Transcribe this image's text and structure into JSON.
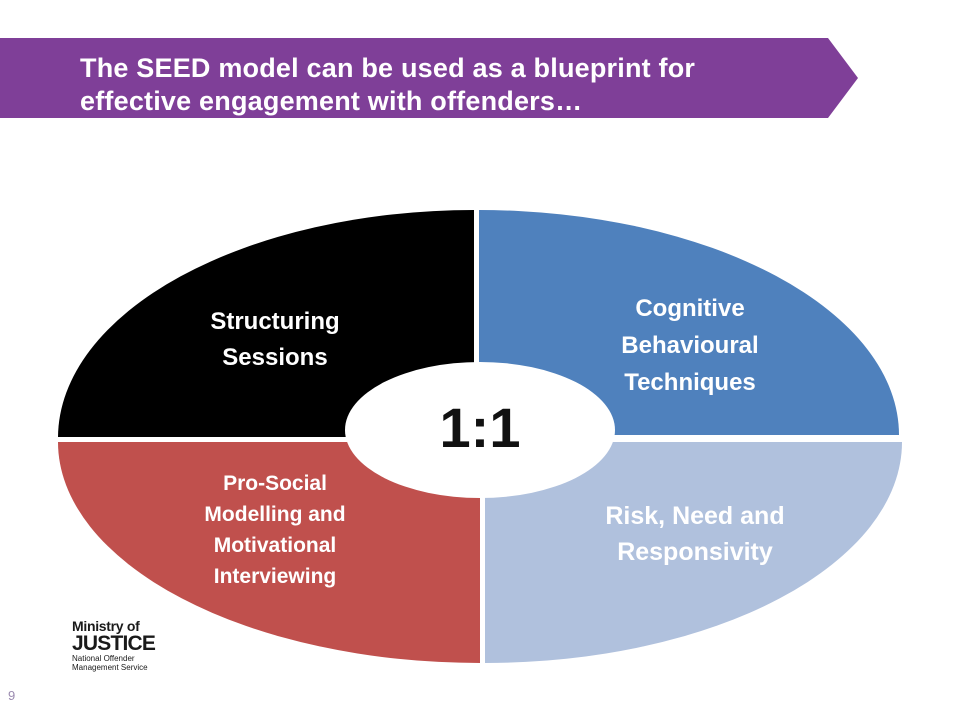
{
  "banner": {
    "title_line1": "The SEED model can be used as a blueprint for",
    "title_line2": "effective engagement with offenders…",
    "color": "#7f3f98"
  },
  "diagram": {
    "center_label": "1:1",
    "segments": [
      {
        "id": "structuring",
        "lines": [
          "Structuring",
          "Sessions"
        ],
        "color": "#000000"
      },
      {
        "id": "cbt",
        "lines": [
          "Cognitive",
          "Behavioural",
          "Techniques"
        ],
        "color": "#4f81bd"
      },
      {
        "id": "prosocial",
        "lines": [
          "Pro-Social",
          "Modelling and",
          "Motivational",
          "Interviewing"
        ],
        "color": "#c0504d"
      },
      {
        "id": "rnr",
        "lines": [
          "Risk, Need and",
          "Responsivity"
        ],
        "color": "#b0c1dd"
      }
    ]
  },
  "logo": {
    "line1": "Ministry of",
    "line2": "JUSTICE",
    "line3": "National Offender",
    "line4": "Management Service"
  },
  "page_number": "9"
}
